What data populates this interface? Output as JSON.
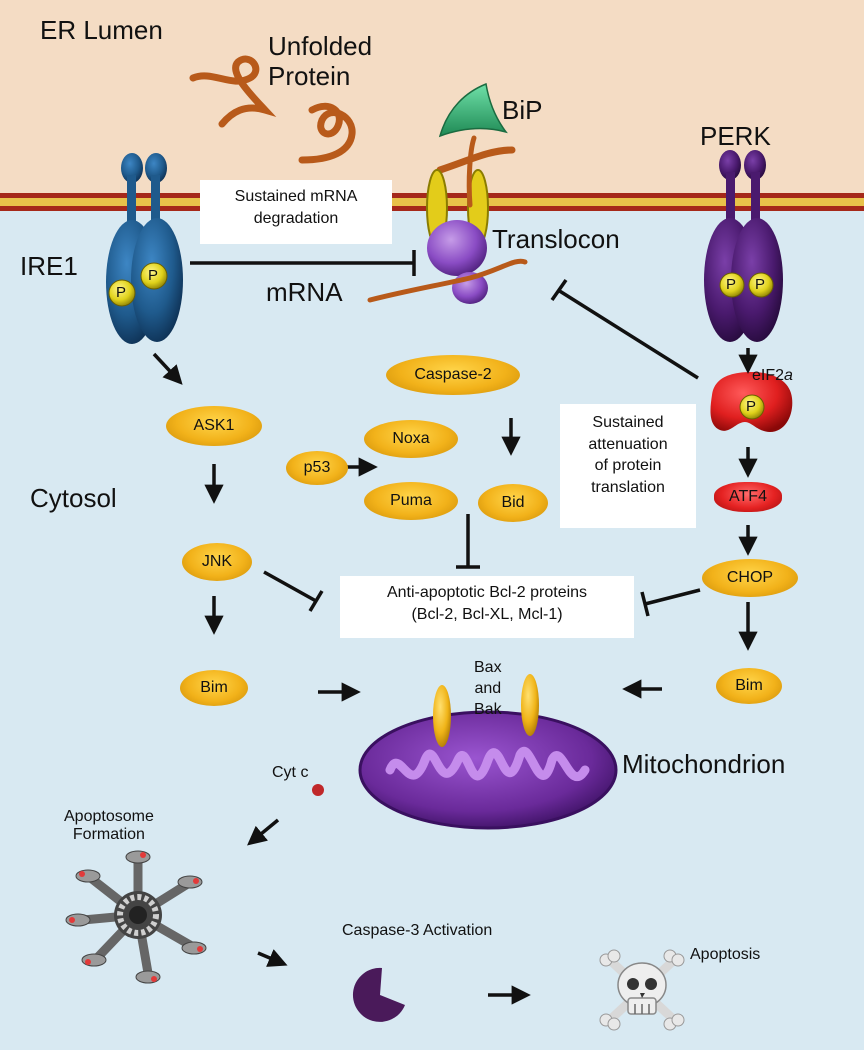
{
  "regions": {
    "er_lumen": "ER Lumen",
    "cytosol": "Cytosol"
  },
  "molecules": {
    "unfolded_protein": [
      "Unfolded",
      "Protein"
    ],
    "bip": "BiP",
    "perk": "PERK",
    "ire1": "IRE1",
    "translocon": "Translocon",
    "mrna": "mRNA",
    "eif2a_prefix": "eIF2",
    "eif2a_suffix": "a",
    "phospho": "P",
    "mitochondrion": "Mitochondrion",
    "cyt_c": "Cyt c",
    "bax_bak": [
      "Bax",
      "and",
      "Bak"
    ],
    "apoptosome": [
      "Apoptosome",
      "Formation"
    ],
    "caspase3": "Caspase-3 Activation",
    "apoptosis": "Apoptosis"
  },
  "boxes": {
    "mrna_degradation": [
      "Sustained mRNA",
      "degradation"
    ],
    "translation_attenuation": [
      "Sustained",
      "attenuation",
      "of protein",
      "translation"
    ],
    "anti_apoptotic": [
      "Anti-apoptotic Bcl-2 proteins",
      "(Bcl-2, Bcl-XL, Mcl-1)"
    ]
  },
  "pills": {
    "ask1": "ASK1",
    "jnk": "JNK",
    "bim_left": "Bim",
    "caspase2": "Caspase-2",
    "noxa": "Noxa",
    "p53": "p53",
    "puma": "Puma",
    "bid": "Bid",
    "atf4": "ATF4",
    "chop": "CHOP",
    "bim_right": "Bim"
  },
  "colors": {
    "er_lumen": "#f4dcc4",
    "cytosol": "#d8e9f2",
    "membrane": "#b0321a",
    "ire1": "#1f5a8c",
    "perk": "#4a1a6e",
    "bip": "#2fb07a",
    "unfolded_protein": "#b85a1a",
    "caspase_pill": "#f2b21a",
    "red_protein": "#e52222",
    "mitochondrion": "#6a2a9a"
  }
}
